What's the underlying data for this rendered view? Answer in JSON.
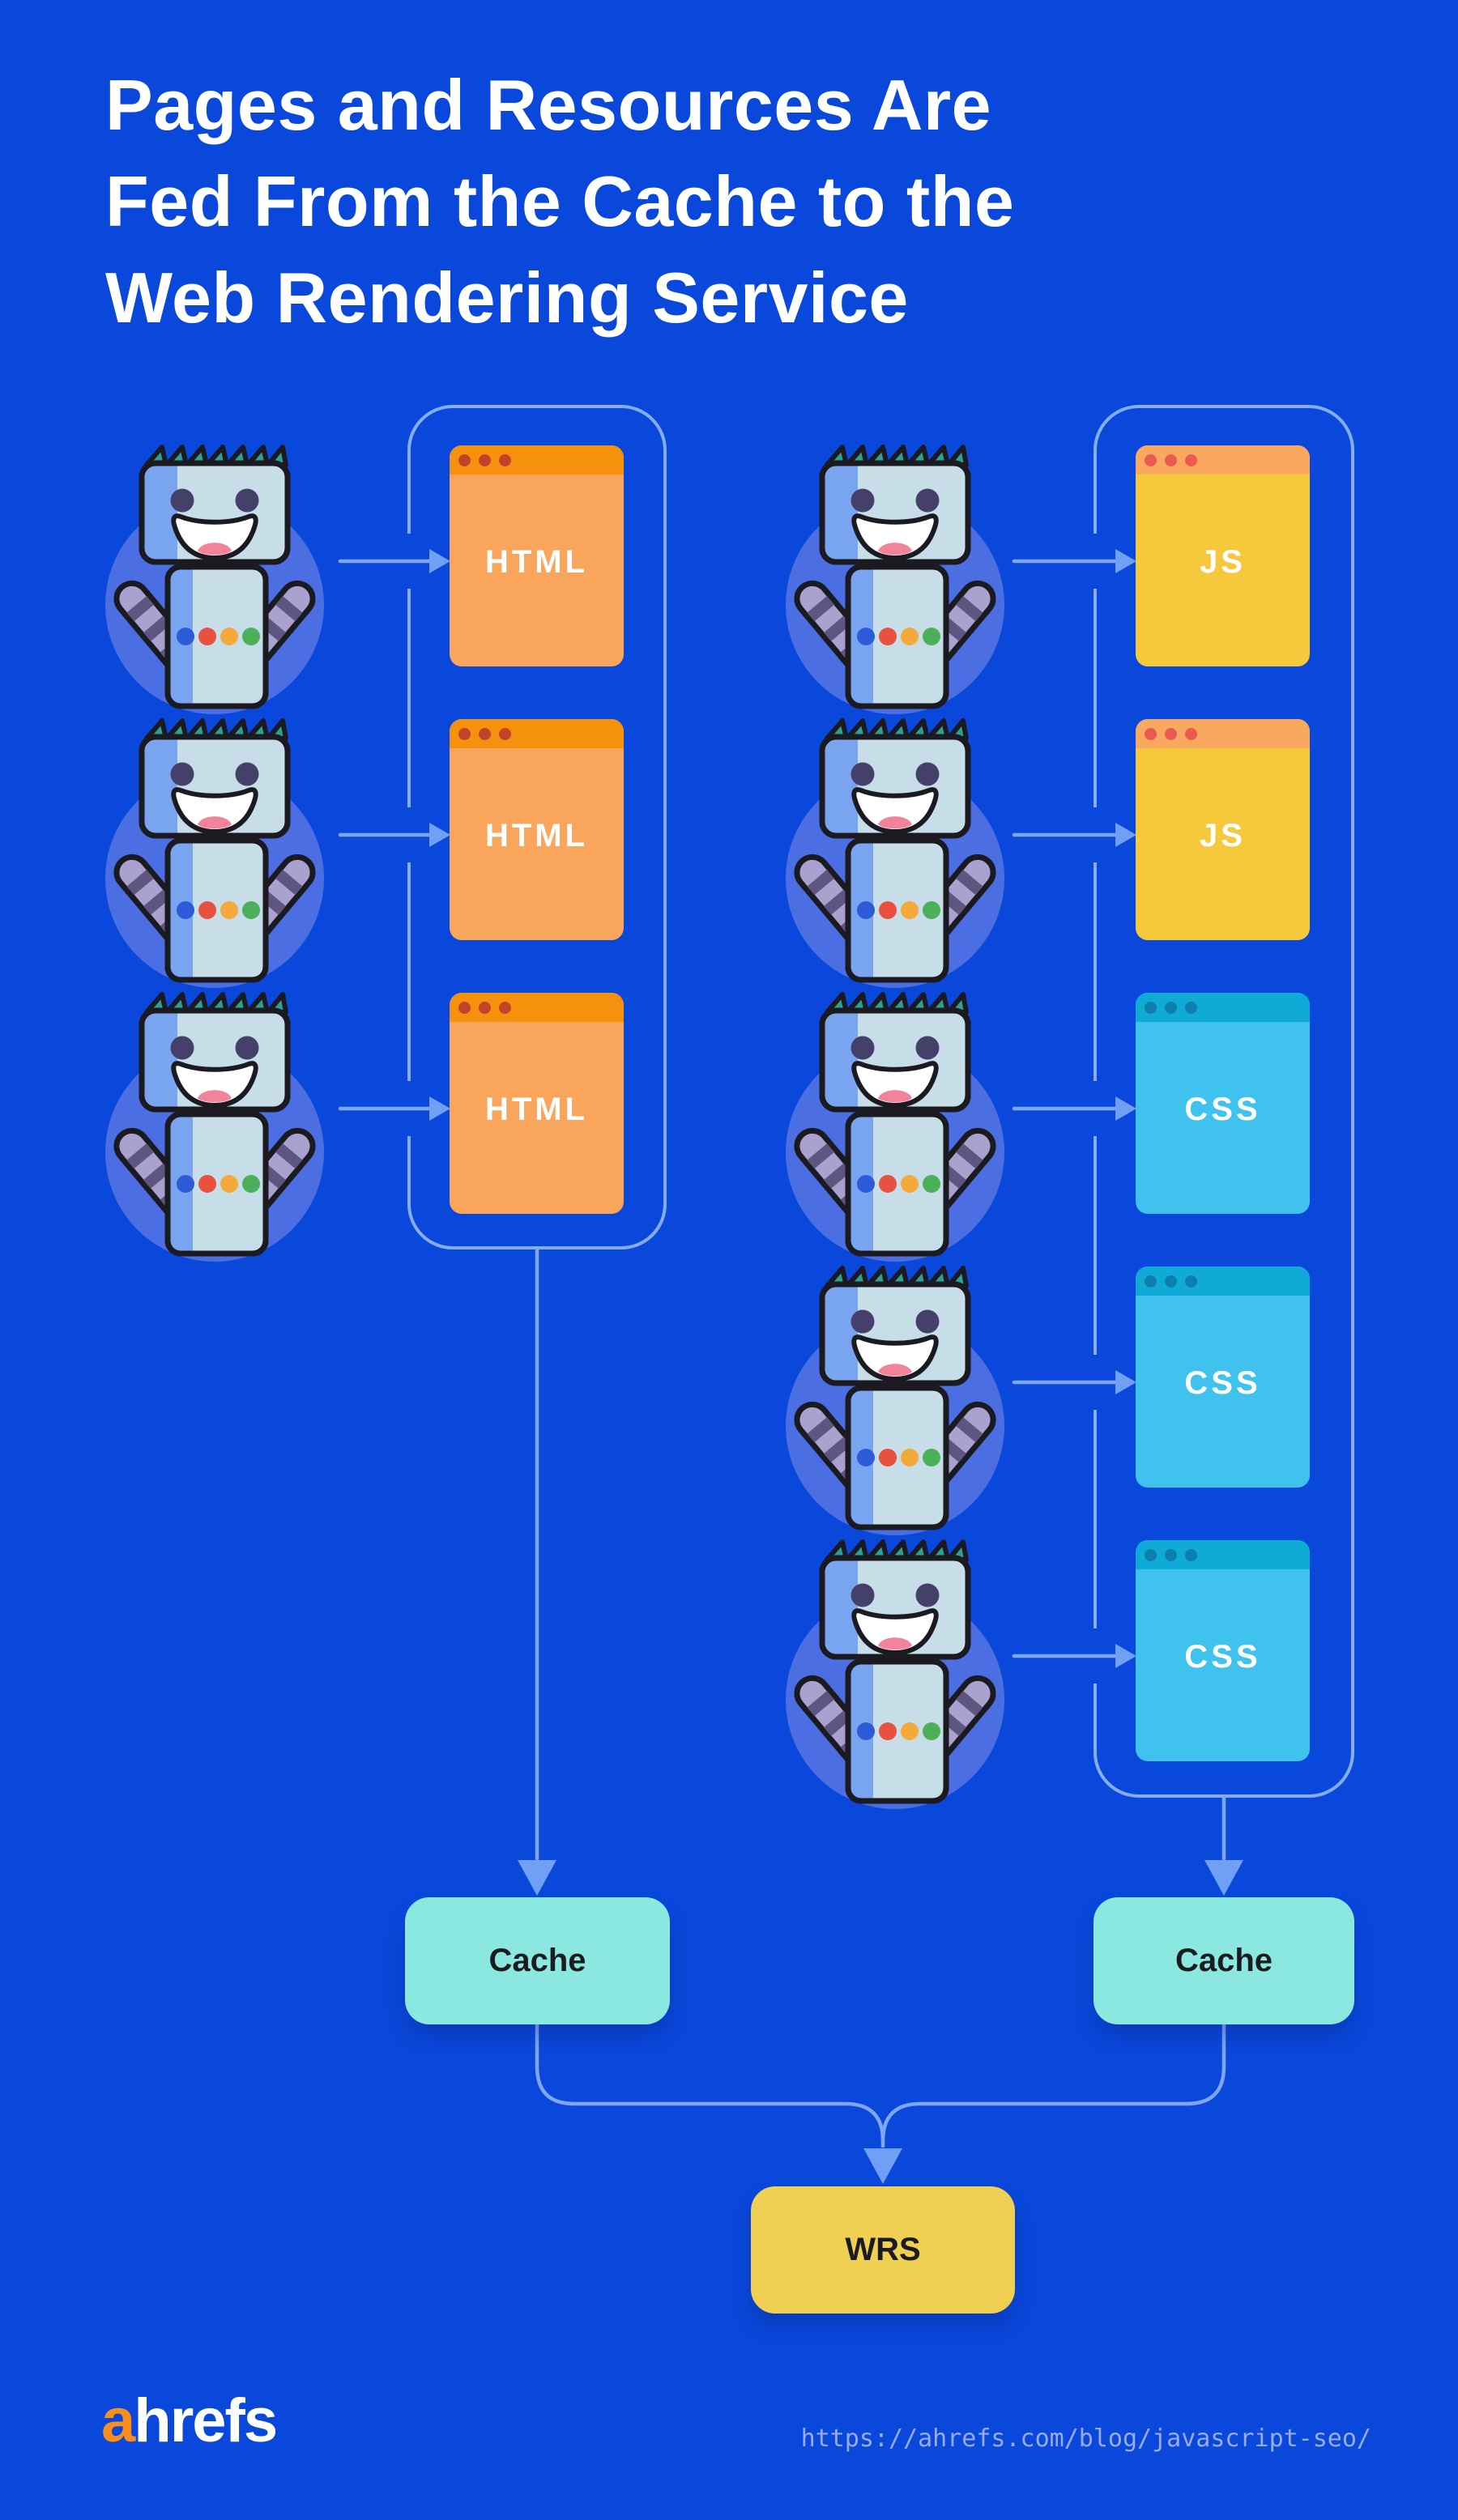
{
  "title": {
    "lines": [
      "Pages and Resources Are",
      "Fed From the Cache to the",
      "Web Rendering Service"
    ]
  },
  "left_group": {
    "rows": [
      {
        "robot": "googlebot",
        "card": "HTML"
      },
      {
        "robot": "googlebot",
        "card": "HTML"
      },
      {
        "robot": "googlebot",
        "card": "HTML"
      }
    ],
    "cache": "Cache"
  },
  "right_group": {
    "rows": [
      {
        "robot": "googlebot",
        "card": "JS"
      },
      {
        "robot": "googlebot",
        "card": "JS"
      },
      {
        "robot": "googlebot",
        "card": "CSS"
      },
      {
        "robot": "googlebot",
        "card": "CSS"
      },
      {
        "robot": "googlebot",
        "card": "CSS"
      }
    ],
    "cache": "Cache"
  },
  "wrs": "WRS",
  "footer": {
    "logo_first_letter": "a",
    "logo_rest": "hrefs",
    "url": "https://ahrefs.com/blog/javascript-seo/"
  },
  "icons": {
    "robot": "googlebot-mascot-icon",
    "window_dots": "window-control-dots",
    "arrows": "flow-arrow"
  },
  "colors": {
    "bg": "#0A48DB",
    "frame": "#86ADF2",
    "line": "#7FA6F0",
    "arrow": "#6FA0F5",
    "html_body": "#F9A55C",
    "html_head": "#F6910E",
    "html_dot": "#C2432A",
    "js_body": "#F6C93C",
    "js_head": "#F9A85F",
    "js_dot": "#EA5A50",
    "css_body": "#3FC3EE",
    "css_head": "#0FABD6",
    "css_dot": "#0D7FAD",
    "cache": "#8BE8E1",
    "wrs": "#F0D052",
    "dark": "#1B1C20",
    "logo_orange": "#F78E1E",
    "url": "#97ACE6"
  }
}
